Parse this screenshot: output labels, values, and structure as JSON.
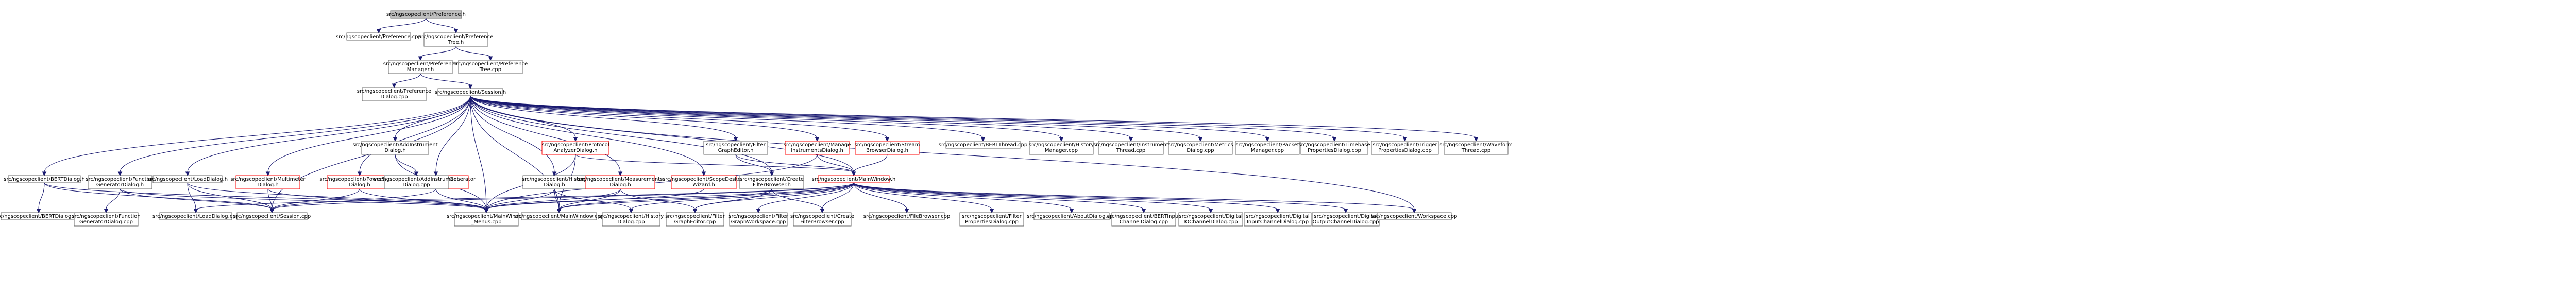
{
  "colors": {
    "edge": "#191970",
    "node_border": "#666666",
    "node_red_border": "#ff0000",
    "node_root_fill": "#bfbfbf",
    "node_fill": "#ffffff"
  },
  "nodes": [
    {
      "id": "pref_h",
      "lines": [
        "src/ngscopeclient/Preference.h"
      ],
      "style": "root"
    },
    {
      "id": "pref_cpp",
      "lines": [
        "src/ngscopeclient/Preference.cpp"
      ],
      "style": "normal"
    },
    {
      "id": "preftree_h",
      "lines": [
        "src/ngscopeclient/Preference",
        "Tree.h"
      ],
      "style": "normal"
    },
    {
      "id": "prefmgr_h",
      "lines": [
        "src/ngscopeclient/Preference",
        "Manager.h"
      ],
      "style": "normal"
    },
    {
      "id": "preftree_cpp",
      "lines": [
        "src/ngscopeclient/Preference",
        "Tree.cpp"
      ],
      "style": "normal"
    },
    {
      "id": "prefdlg_cpp",
      "lines": [
        "src/ngscopeclient/Preference",
        "Dialog.cpp"
      ],
      "style": "normal"
    },
    {
      "id": "session_h",
      "lines": [
        "src/ngscopeclient/Session.h"
      ],
      "style": "normal"
    },
    {
      "id": "bertdlg_h",
      "lines": [
        "src/ngscopeclient/BERTDialog.h"
      ],
      "style": "normal"
    },
    {
      "id": "funcgen_h",
      "lines": [
        "src/ngscopeclient/Function",
        "GeneratorDialog.h"
      ],
      "style": "normal"
    },
    {
      "id": "loaddlg_h",
      "lines": [
        "src/ngscopeclient/LoadDialog.h"
      ],
      "style": "normal"
    },
    {
      "id": "addinst_h",
      "lines": [
        "src/ngscopeclient/AddInstrument",
        "Dialog.h"
      ],
      "style": "normal"
    },
    {
      "id": "multimeter_h",
      "lines": [
        "src/ngscopeclient/Multimeter",
        "Dialog.h"
      ],
      "style": "red"
    },
    {
      "id": "powersupply_h",
      "lines": [
        "src/ngscopeclient/PowerSupply",
        "Dialog.h"
      ],
      "style": "red"
    },
    {
      "id": "rfgen_h",
      "lines": [
        "src/ngscopeclient/RFGenerator",
        "Dialog.h"
      ],
      "style": "red"
    },
    {
      "id": "protocol_h",
      "lines": [
        "src/ngscopeclient/Protocol",
        "AnalyzerDialog.h"
      ],
      "style": "red"
    },
    {
      "id": "history_h",
      "lines": [
        "src/ngscopeclient/History",
        "Dialog.h"
      ],
      "style": "normal"
    },
    {
      "id": "measurements_h",
      "lines": [
        "src/ngscopeclient/Measurements",
        "Dialog.h"
      ],
      "style": "red"
    },
    {
      "id": "scopedeskew_h",
      "lines": [
        "src/ngscopeclient/ScopeDeskew",
        "Wizard.h"
      ],
      "style": "red"
    },
    {
      "id": "filtergraph_h",
      "lines": [
        "src/ngscopeclient/Filter",
        "GraphEditor.h"
      ],
      "style": "normal"
    },
    {
      "id": "createfilter_h",
      "lines": [
        "src/ngscopeclient/Create",
        "FilterBrowser.h"
      ],
      "style": "normal"
    },
    {
      "id": "manageinst_h",
      "lines": [
        "src/ngscopeclient/Manage",
        "InstrumentsDialog.h"
      ],
      "style": "red"
    },
    {
      "id": "streambrowser_h",
      "lines": [
        "src/ngscopeclient/Stream",
        "BrowserDialog.h"
      ],
      "style": "red"
    },
    {
      "id": "mainwindow_h",
      "lines": [
        "src/ngscopeclient/MainWindow.h"
      ],
      "style": "red"
    },
    {
      "id": "bertthread_cpp",
      "lines": [
        "src/ngscopeclient/BERTThread.cpp"
      ],
      "style": "normal"
    },
    {
      "id": "historymgr_cpp",
      "lines": [
        "src/ngscopeclient/History",
        "Manager.cpp"
      ],
      "style": "normal"
    },
    {
      "id": "instthread_cpp",
      "lines": [
        "src/ngscopeclient/Instrument",
        "Thread.cpp"
      ],
      "style": "normal"
    },
    {
      "id": "metrics_cpp",
      "lines": [
        "src/ngscopeclient/Metrics",
        "Dialog.cpp"
      ],
      "style": "normal"
    },
    {
      "id": "packetmgr_cpp",
      "lines": [
        "src/ngscopeclient/Packet",
        "Manager.cpp"
      ],
      "style": "normal"
    },
    {
      "id": "timebase_cpp",
      "lines": [
        "src/ngscopeclient/Timebase",
        "PropertiesDialog.cpp"
      ],
      "style": "normal"
    },
    {
      "id": "trigger_cpp",
      "lines": [
        "src/ngscopeclient/Trigger",
        "PropertiesDialog.cpp"
      ],
      "style": "normal"
    },
    {
      "id": "waveform_cpp",
      "lines": [
        "src/ngscopeclient/Waveform",
        "Thread.cpp"
      ],
      "style": "normal"
    },
    {
      "id": "addinst_cpp",
      "lines": [
        "src/ngscopeclient/AddInstrument",
        "Dialog.cpp"
      ],
      "style": "normal"
    },
    {
      "id": "bertdlg_cpp",
      "lines": [
        "src/ngscopeclient/BERTDialog.cpp"
      ],
      "style": "normal"
    },
    {
      "id": "funcgen_cpp",
      "lines": [
        "src/ngscopeclient/Function",
        "GeneratorDialog.cpp"
      ],
      "style": "normal"
    },
    {
      "id": "loaddlg_cpp",
      "lines": [
        "src/ngscopeclient/LoadDialog.cpp"
      ],
      "style": "normal"
    },
    {
      "id": "session_cpp",
      "lines": [
        "src/ngscopeclient/Session.cpp"
      ],
      "style": "normal"
    },
    {
      "id": "mwmenus_cpp",
      "lines": [
        "src/ngscopeclient/MainWindow",
        "_Menus.cpp"
      ],
      "style": "normal"
    },
    {
      "id": "mainwindow_cpp",
      "lines": [
        "src/ngscopeclient/MainWindow.cpp"
      ],
      "style": "normal"
    },
    {
      "id": "historydlg_cpp",
      "lines": [
        "src/ngscopeclient/History",
        "Dialog.cpp"
      ],
      "style": "normal"
    },
    {
      "id": "filtergraph_cpp",
      "lines": [
        "src/ngscopeclient/Filter",
        "GraphEditor.cpp"
      ],
      "style": "normal"
    },
    {
      "id": "filterws_cpp",
      "lines": [
        "src/ngscopeclient/Filter",
        "GraphWorkspace.cpp"
      ],
      "style": "normal"
    },
    {
      "id": "createfilter_cpp",
      "lines": [
        "src/ngscopeclient/Create",
        "FilterBrowser.cpp"
      ],
      "style": "normal"
    },
    {
      "id": "filebrowser_cpp",
      "lines": [
        "src/ngscopeclient/FileBrowser.cpp"
      ],
      "style": "normal"
    },
    {
      "id": "filterprops_cpp",
      "lines": [
        "src/ngscopeclient/Filter",
        "PropertiesDialog.cpp"
      ],
      "style": "normal"
    },
    {
      "id": "about_cpp",
      "lines": [
        "src/ngscopeclient/AboutDialog.cpp"
      ],
      "style": "normal"
    },
    {
      "id": "bertinput_cpp",
      "lines": [
        "src/ngscopeclient/BERTInput",
        "ChannelDialog.cpp"
      ],
      "style": "normal"
    },
    {
      "id": "digitalio_cpp",
      "lines": [
        "src/ngscopeclient/Digital",
        "IOChannelDialog.cpp"
      ],
      "style": "normal"
    },
    {
      "id": "digitalin_cpp",
      "lines": [
        "src/ngscopeclient/Digital",
        "InputChannelDialog.cpp"
      ],
      "style": "normal"
    },
    {
      "id": "digitalout_cpp",
      "lines": [
        "src/ngscopeclient/Digital",
        "OutputChannelDialog.cpp"
      ],
      "style": "normal"
    },
    {
      "id": "workspace_cpp",
      "lines": [
        "src/ngscopeclient/Workspace.cpp"
      ],
      "style": "normal"
    }
  ],
  "edges": [
    [
      "pref_h",
      "pref_cpp"
    ],
    [
      "pref_h",
      "preftree_h"
    ],
    [
      "preftree_h",
      "prefmgr_h"
    ],
    [
      "preftree_h",
      "preftree_cpp"
    ],
    [
      "prefmgr_h",
      "prefdlg_cpp"
    ],
    [
      "prefmgr_h",
      "session_h"
    ],
    [
      "session_h",
      "bertdlg_h"
    ],
    [
      "session_h",
      "funcgen_h"
    ],
    [
      "session_h",
      "loaddlg_h"
    ],
    [
      "session_h",
      "addinst_h"
    ],
    [
      "session_h",
      "multimeter_h"
    ],
    [
      "session_h",
      "powersupply_h"
    ],
    [
      "session_h",
      "rfgen_h"
    ],
    [
      "session_h",
      "protocol_h"
    ],
    [
      "session_h",
      "history_h"
    ],
    [
      "session_h",
      "measurements_h"
    ],
    [
      "session_h",
      "scopedeskew_h"
    ],
    [
      "session_h",
      "filtergraph_h"
    ],
    [
      "session_h",
      "createfilter_h"
    ],
    [
      "session_h",
      "manageinst_h"
    ],
    [
      "session_h",
      "streambrowser_h"
    ],
    [
      "session_h",
      "mainwindow_h"
    ],
    [
      "session_h",
      "bertthread_cpp"
    ],
    [
      "session_h",
      "historymgr_cpp"
    ],
    [
      "session_h",
      "instthread_cpp"
    ],
    [
      "session_h",
      "metrics_cpp"
    ],
    [
      "session_h",
      "packetmgr_cpp"
    ],
    [
      "session_h",
      "timebase_cpp"
    ],
    [
      "session_h",
      "trigger_cpp"
    ],
    [
      "session_h",
      "waveform_cpp"
    ],
    [
      "session_h",
      "session_cpp"
    ],
    [
      "session_h",
      "mwmenus_cpp"
    ],
    [
      "session_h",
      "mainwindow_cpp"
    ],
    [
      "session_h",
      "workspace_cpp"
    ],
    [
      "bertdlg_h",
      "bertdlg_cpp"
    ],
    [
      "bertdlg_h",
      "mwmenus_cpp"
    ],
    [
      "bertdlg_h",
      "session_cpp"
    ],
    [
      "funcgen_h",
      "funcgen_cpp"
    ],
    [
      "funcgen_h",
      "mwmenus_cpp"
    ],
    [
      "funcgen_h",
      "session_cpp"
    ],
    [
      "loaddlg_h",
      "loaddlg_cpp"
    ],
    [
      "loaddlg_h",
      "session_cpp"
    ],
    [
      "loaddlg_h",
      "mwmenus_cpp"
    ],
    [
      "addinst_h",
      "addinst_cpp"
    ],
    [
      "addinst_h",
      "mwmenus_cpp"
    ],
    [
      "multimeter_h",
      "session_cpp"
    ],
    [
      "multimeter_h",
      "mwmenus_cpp"
    ],
    [
      "powersupply_h",
      "session_cpp"
    ],
    [
      "powersupply_h",
      "mwmenus_cpp"
    ],
    [
      "rfgen_h",
      "session_cpp"
    ],
    [
      "rfgen_h",
      "mwmenus_cpp"
    ],
    [
      "protocol_h",
      "mainwindow_h"
    ],
    [
      "protocol_h",
      "mwmenus_cpp"
    ],
    [
      "protocol_h",
      "mainwindow_cpp"
    ],
    [
      "history_h",
      "historydlg_cpp"
    ],
    [
      "history_h",
      "mwmenus_cpp"
    ],
    [
      "history_h",
      "mainwindow_cpp"
    ],
    [
      "measurements_h",
      "mwmenus_cpp"
    ],
    [
      "measurements_h",
      "mainwindow_cpp"
    ],
    [
      "measurements_h",
      "filtergraph_cpp"
    ],
    [
      "scopedeskew_h",
      "mwmenus_cpp"
    ],
    [
      "filtergraph_h",
      "createfilter_h"
    ],
    [
      "filtergraph_h",
      "mainwindow_h"
    ],
    [
      "createfilter_h",
      "filtergraph_cpp"
    ],
    [
      "createfilter_h",
      "createfilter_cpp"
    ],
    [
      "createfilter_h",
      "mainwindow_cpp"
    ],
    [
      "manageinst_h",
      "mainwindow_h"
    ],
    [
      "manageinst_h",
      "mwmenus_cpp"
    ],
    [
      "streambrowser_h",
      "mainwindow_h"
    ],
    [
      "mainwindow_h",
      "mwmenus_cpp"
    ],
    [
      "mainwindow_h",
      "mainwindow_cpp"
    ],
    [
      "mainwindow_h",
      "historydlg_cpp"
    ],
    [
      "mainwindow_h",
      "filtergraph_cpp"
    ],
    [
      "mainwindow_h",
      "filterws_cpp"
    ],
    [
      "mainwindow_h",
      "createfilter_cpp"
    ],
    [
      "mainwindow_h",
      "filebrowser_cpp"
    ],
    [
      "mainwindow_h",
      "filterprops_cpp"
    ],
    [
      "mainwindow_h",
      "about_cpp"
    ],
    [
      "mainwindow_h",
      "bertinput_cpp"
    ],
    [
      "mainwindow_h",
      "digitalio_cpp"
    ],
    [
      "mainwindow_h",
      "digitalin_cpp"
    ],
    [
      "mainwindow_h",
      "digitalout_cpp"
    ],
    [
      "mainwindow_h",
      "workspace_cpp"
    ],
    [
      "mainwindow_h",
      "session_cpp"
    ],
    [
      "mainwindow_h",
      "loaddlg_cpp"
    ]
  ]
}
